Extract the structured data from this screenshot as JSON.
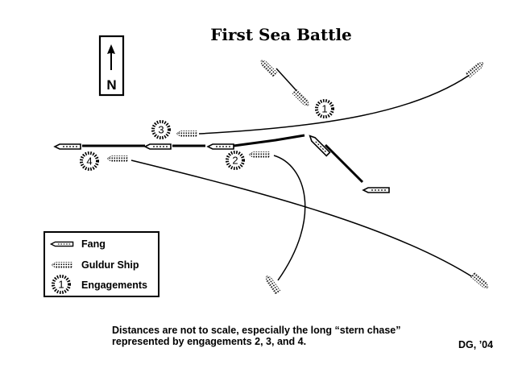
{
  "title": "First Sea Battle",
  "north": {
    "label": "N"
  },
  "engagements": [
    {
      "number": "1"
    },
    {
      "number": "2"
    },
    {
      "number": "3"
    },
    {
      "number": "4"
    }
  ],
  "legend": {
    "items": [
      {
        "label": "Fang",
        "icon": "fang-ship-icon"
      },
      {
        "label": "Guldur Ship",
        "icon": "guldur-ship-icon"
      },
      {
        "label": "Engagements",
        "icon": "engagement-burst-icon"
      }
    ]
  },
  "footnote": {
    "line1": "Distances are not to scale, especially the long “stern chase”",
    "line2": "represented by engagements 2, 3, and 4."
  },
  "signature": "DG, ’04",
  "colors": {
    "ink": "#000000",
    "paper": "#ffffff"
  }
}
